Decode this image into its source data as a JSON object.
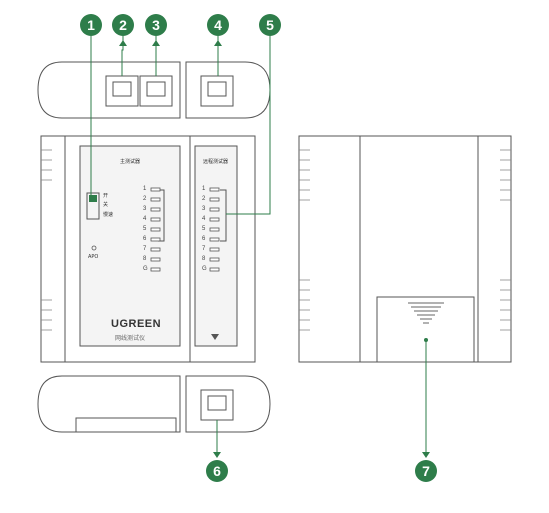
{
  "callouts": [
    "1",
    "2",
    "3",
    "4",
    "5",
    "6",
    "7"
  ],
  "main_unit": {
    "title": "主测试器",
    "switch_labels": [
      "开",
      "关",
      "慢速"
    ],
    "apo_label": "APO",
    "led_numbers": [
      "1",
      "2",
      "3",
      "4",
      "5",
      "6",
      "7",
      "8",
      "G"
    ],
    "brand": "UGREEN",
    "subtitle": "网线测试仪"
  },
  "remote_unit": {
    "title": "远程测试器",
    "led_numbers": [
      "1",
      "2",
      "3",
      "4",
      "5",
      "6",
      "7",
      "8",
      "G"
    ]
  },
  "colors": {
    "callout": "#2e7d4a",
    "outline": "#555555",
    "panel": "#f4f4f4"
  }
}
